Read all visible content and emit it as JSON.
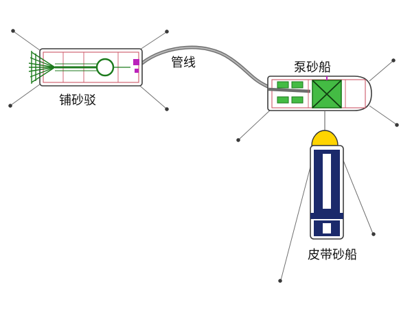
{
  "diagram": {
    "labels": {
      "barge": "铺砂驳",
      "pipeline": "管线",
      "pump_ship": "泵砂船",
      "belt_ship": "皮带砂船"
    },
    "colors": {
      "machinery_green_dark": "#1c7a1c",
      "machinery_green_fill": "#44bb44",
      "inner_red": "#cc5566",
      "magenta": "#bb22bb",
      "pipeline_gray_dark": "#6e6e6e",
      "pipeline_gray_light": "#b5b5b5",
      "yellow_hopper": "#ffd400",
      "navy_belt": "#1b2a6b",
      "background": "#ffffff"
    }
  }
}
